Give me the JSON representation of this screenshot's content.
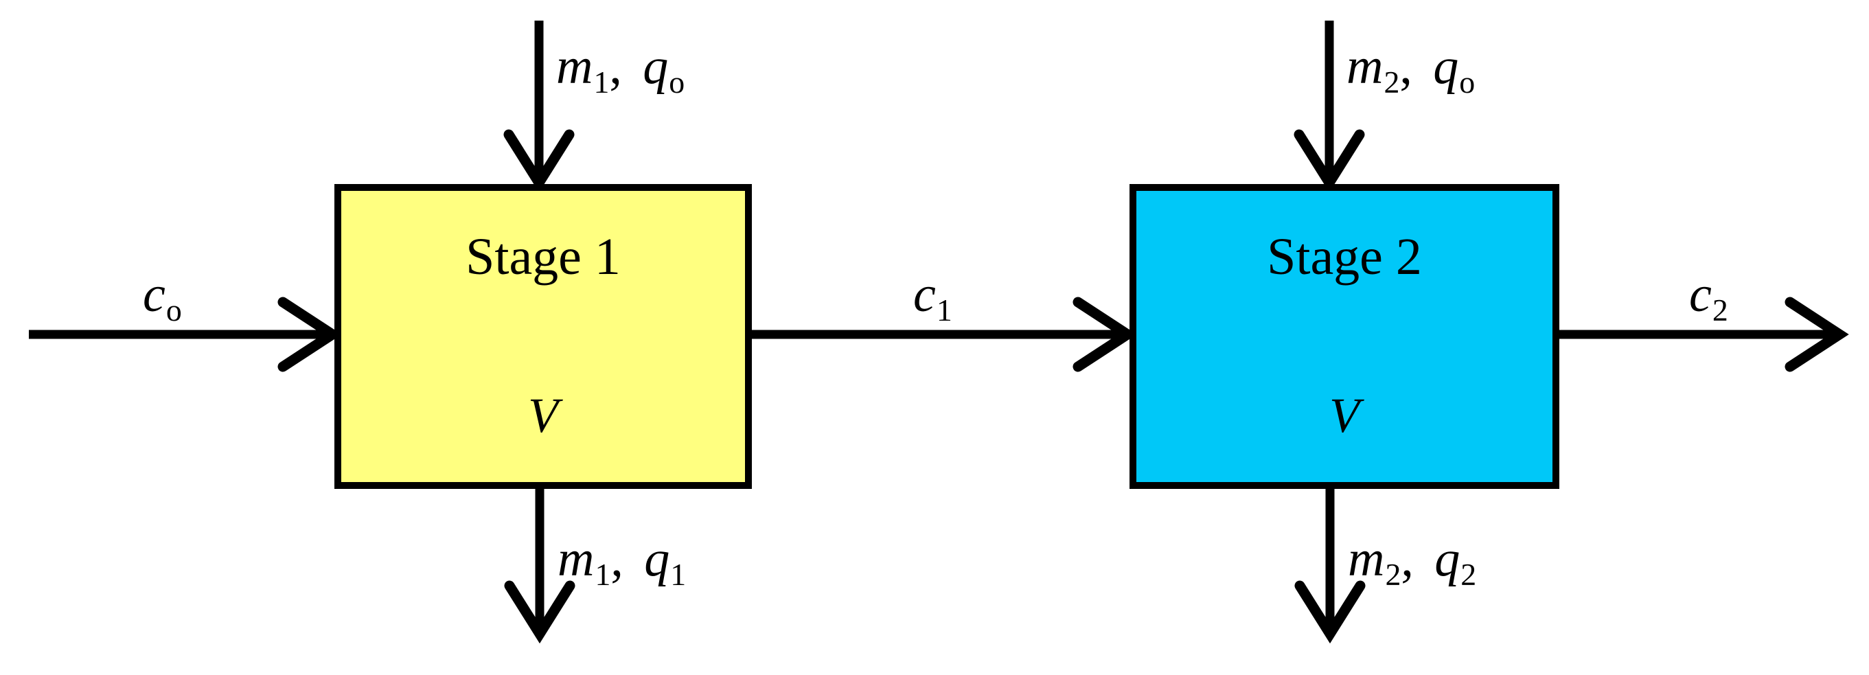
{
  "diagram": {
    "title": "Two-stage process flow diagram",
    "background_color": "#FFFFFF",
    "stroke_color": "#000000",
    "stages": [
      {
        "id": "stage-1",
        "label": "Stage 1",
        "volume_label": "V",
        "fill_color": "#FFFF80",
        "border_color": "#000000"
      },
      {
        "id": "stage-2",
        "label": "Stage 2",
        "volume_label": "V",
        "fill_color": "#00C8F8",
        "border_color": "#000000"
      }
    ],
    "streams": [
      {
        "id": "feed-inlet",
        "direction": "right",
        "symbol": "c",
        "subscript": "o",
        "subscript_style": "roman",
        "text": "cₒ"
      },
      {
        "id": "stage1-top-inlet",
        "direction": "down",
        "text": "m₁, qₒ",
        "parts": [
          {
            "symbol": "m",
            "subscript": "1",
            "subscript_style": "digit"
          },
          {
            "symbol": "q",
            "subscript": "o",
            "subscript_style": "roman"
          }
        ]
      },
      {
        "id": "stage1-bottom-outlet",
        "direction": "down",
        "text": "m₁, q₁",
        "parts": [
          {
            "symbol": "m",
            "subscript": "1",
            "subscript_style": "digit"
          },
          {
            "symbol": "q",
            "subscript": "1",
            "subscript_style": "digit"
          }
        ]
      },
      {
        "id": "interstage",
        "direction": "right",
        "symbol": "c",
        "subscript": "1",
        "subscript_style": "digit",
        "text": "c₁"
      },
      {
        "id": "stage2-top-inlet",
        "direction": "down",
        "text": "m₂, qₒ",
        "parts": [
          {
            "symbol": "m",
            "subscript": "2",
            "subscript_style": "digit"
          },
          {
            "symbol": "q",
            "subscript": "o",
            "subscript_style": "roman"
          }
        ]
      },
      {
        "id": "stage2-bottom-outlet",
        "direction": "down",
        "text": "m₂, q₂",
        "parts": [
          {
            "symbol": "m",
            "subscript": "2",
            "subscript_style": "digit"
          },
          {
            "symbol": "q",
            "subscript": "2",
            "subscript_style": "digit"
          }
        ]
      },
      {
        "id": "product-outlet",
        "direction": "right",
        "symbol": "c",
        "subscript": "2",
        "subscript_style": "digit",
        "text": "c₂"
      }
    ]
  },
  "labels": {
    "c_o": {
      "base": "c",
      "sub": "o"
    },
    "c_1": {
      "base": "c",
      "sub": "1"
    },
    "c_2": {
      "base": "c",
      "sub": "2"
    },
    "m1_qo": {
      "m": "m",
      "m_sub": "1",
      "comma": ",",
      "q": "q",
      "q_sub": "o"
    },
    "m1_q1": {
      "m": "m",
      "m_sub": "1",
      "comma": ",",
      "q": "q",
      "q_sub": "1"
    },
    "m2_qo": {
      "m": "m",
      "m_sub": "2",
      "comma": ",",
      "q": "q",
      "q_sub": "o"
    },
    "m2_q2": {
      "m": "m",
      "m_sub": "2",
      "comma": ",",
      "q": "q",
      "q_sub": "2"
    },
    "stage1": "Stage 1",
    "stage2": "Stage 2",
    "volume1": "V",
    "volume2": "V"
  }
}
